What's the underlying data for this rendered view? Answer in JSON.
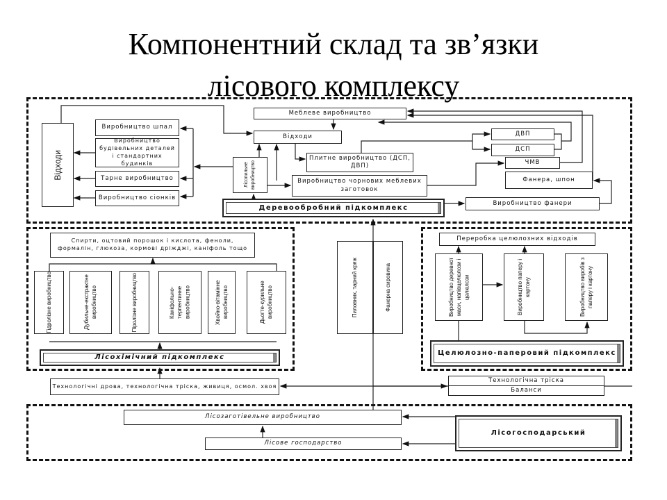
{
  "title": {
    "line1": "Компонентний склад та зв’язки",
    "line2": "лісового комплексу"
  },
  "wood": {
    "waste_left": "Відходи",
    "sleepers": "Виробництво шпал",
    "building": "Виробництво будівельних деталей і стандартних будинків",
    "tare": "Тарне виробництво",
    "hay": "Виробництво сіонків",
    "sawmill": "Лісопильне виробництво",
    "furniture": "Меблеве виробництво",
    "waste": "Відходи",
    "slab": "Плитне виробництво (ДСП, ДВП)",
    "blanks": "Виробництво чорнових меблевих заготовок",
    "subcomplex": "Деревообробний підкомплекс",
    "dvp": "ДВП",
    "dsp": "ДСП",
    "chmv": "ЧМВ",
    "veneer": "Фанера, шпон",
    "plywood": "Виробництво фанери"
  },
  "chem": {
    "products": "Спирти, оцтовий порошок і кислота, феноли, формалін, глюкоза, кормові дріжджі, каніфоль тощо",
    "units": [
      "Гідролізне виробництво",
      "Дубильне-екстрактне виробництво",
      "Піролізне виробництво",
      "Каніфольно-терпентинне виробництво",
      "Хвойно-вітамінне виробництво",
      "Дьогте-курильне виробництво"
    ],
    "subcomplex": "Лісохімічний підкомплекс"
  },
  "middle": {
    "sawlogs": "Пиловник, тарний кряж",
    "veneer_raw": "Фанерна сировина"
  },
  "pulp": {
    "waste_processing": "Переробка целюлозних відходів",
    "units": [
      "Виробництво деревної маси, напівцелюлози і целюлози",
      "Виробництво паперу і картону",
      "Виробництво виробів з паперу і картону"
    ],
    "subcomplex": "Целюлозно-паперовий підкомплекс"
  },
  "raw": {
    "chem_raw": "Технологічні дрова, технологічна тріска, живиця, осмол. хвоя",
    "chips": "Технологічна тріска",
    "balances": "Баланси"
  },
  "forestry": {
    "logging": "Лісозаготівельне виробництво",
    "forest": "Лісове господарство",
    "subcomplex": "Лісогосподарський"
  }
}
